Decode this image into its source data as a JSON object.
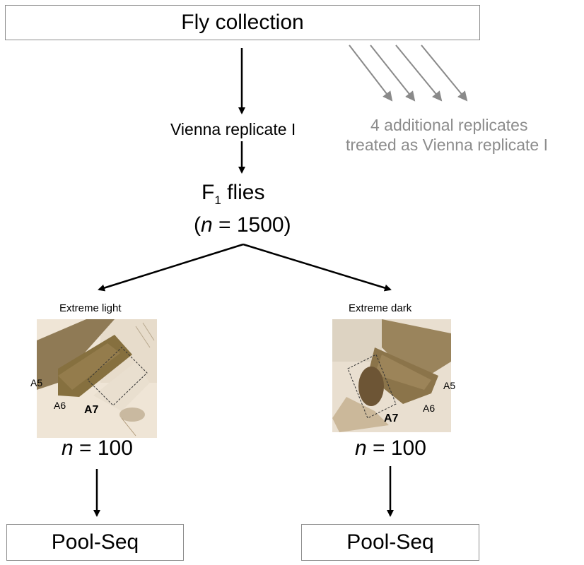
{
  "top_box": {
    "label": "Fly collection"
  },
  "replicate": {
    "label": "Vienna replicate I"
  },
  "additional": {
    "line1": "4 additional replicates",
    "line2": "treated as Vienna replicate I"
  },
  "f1": {
    "prefix": "F",
    "subscript": "1",
    "suffix": " flies",
    "count_open": "(",
    "n": "n",
    "count_rest": " = 1500)"
  },
  "left": {
    "title": "Extreme light",
    "labels": [
      "A5",
      "A6",
      "A7"
    ],
    "n": "n",
    "count": " = 100",
    "box": "Pool-Seq"
  },
  "right": {
    "title": "Extreme dark",
    "labels": [
      "A5",
      "A6",
      "A7"
    ],
    "n": "n",
    "count": " = 100",
    "box": "Pool-Seq"
  },
  "colors": {
    "arrow": "#000000",
    "gray_arrow": "#8a8a8a",
    "gray_text": "#8c8c8c",
    "box_border": "#8c8c8c"
  }
}
